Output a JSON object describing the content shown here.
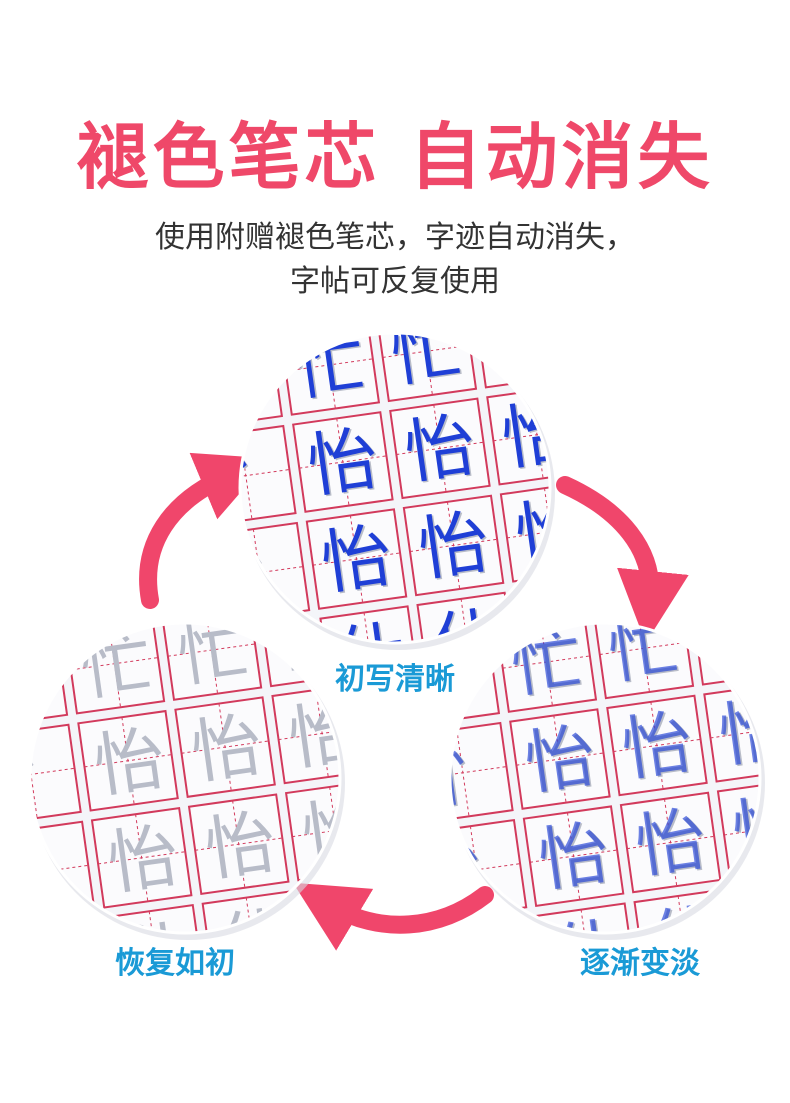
{
  "header": {
    "title": "褪色笔芯 自动消失",
    "subtitle_line1": "使用附赠褪色笔芯，字迹自动消失，",
    "subtitle_line2": "字帖可反复使用"
  },
  "stages": [
    {
      "label": "初写清晰",
      "ink_opacity": 1.0
    },
    {
      "label": "逐渐变淡",
      "ink_opacity": 0.65
    },
    {
      "label": "恢复如初",
      "ink_opacity": 0.0
    }
  ],
  "practice_chars": {
    "top_row": "忙",
    "middle_row": "怡",
    "bottom_row": "仕",
    "edge": "忄"
  },
  "colors": {
    "title": "#ef4869",
    "arrow": "#f0466b",
    "grid_line": "#d23a5c",
    "ink": "#1f3fd6",
    "groove": "#b8bcc8",
    "label": "#1a9ad6",
    "paper": "#f4f5f9"
  }
}
